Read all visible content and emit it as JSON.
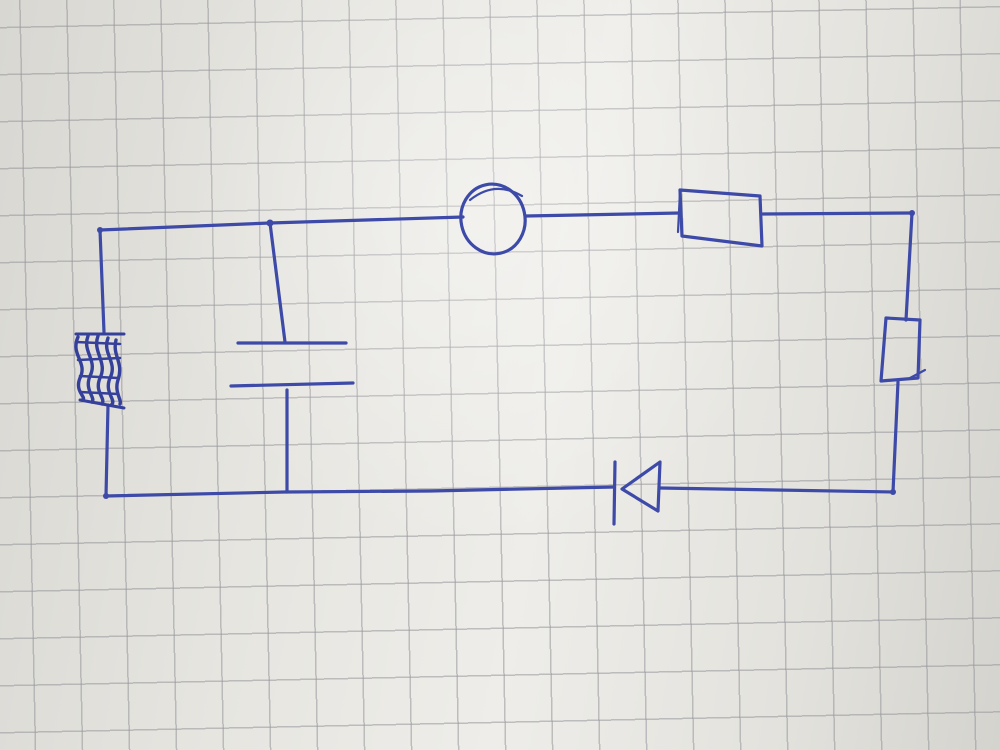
{
  "ink_color": "#3d4aa8",
  "paper_color": "#e8e7e2",
  "grid_color": "#9a9aa0",
  "components": [
    {
      "name": "inductor",
      "icon": "coil-symbol"
    },
    {
      "name": "capacitor",
      "icon": "parallel-plates-symbol"
    },
    {
      "name": "lamp",
      "icon": "circle-symbol"
    },
    {
      "name": "resistor-top",
      "icon": "rectangle-symbol"
    },
    {
      "name": "resistor-right",
      "icon": "rectangle-symbol"
    },
    {
      "name": "diode",
      "icon": "triangle-bar-symbol"
    }
  ]
}
